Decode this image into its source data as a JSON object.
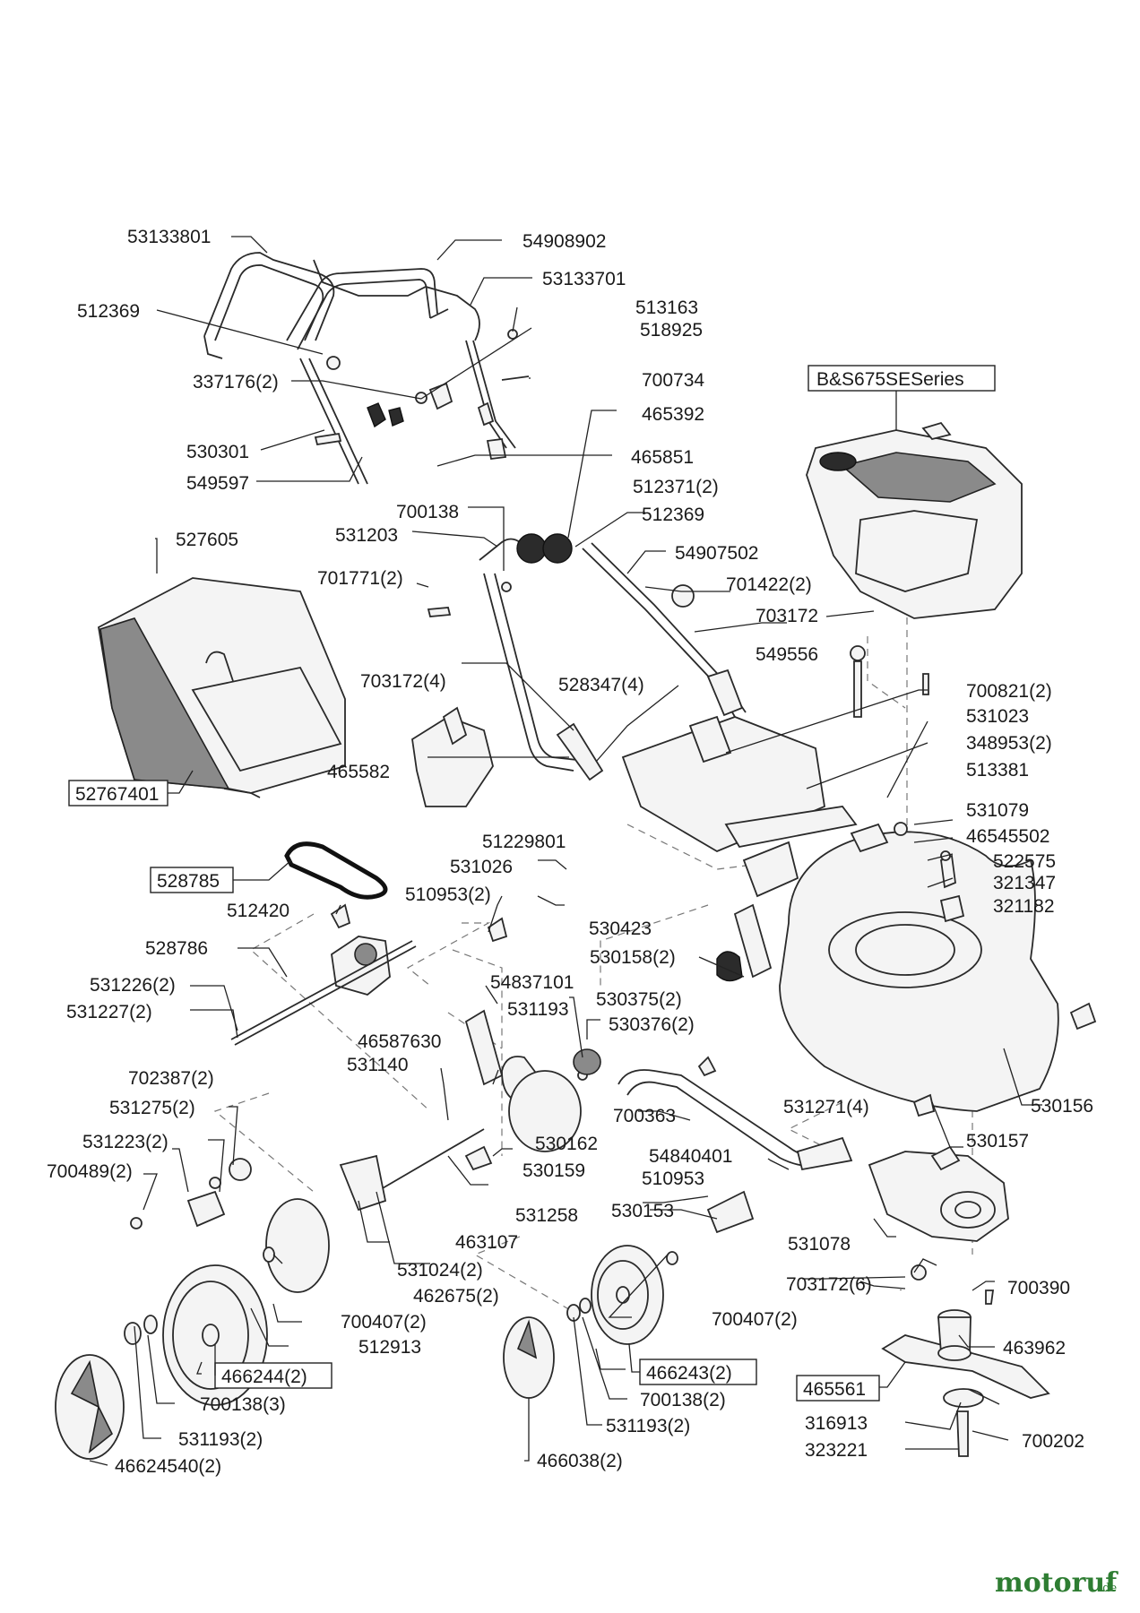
{
  "labels": {
    "p53133801": "53133801",
    "p54908902": "54908902",
    "p53133701": "53133701",
    "p512369a": "512369",
    "p513163": "513163",
    "p518925": "518925",
    "p337176": "337176(2)",
    "p700734": "700734",
    "p465392": "465392",
    "p530301": "530301",
    "p465851": "465851",
    "p549597": "549597",
    "p700138a": "700138",
    "p512371": "512371(2)",
    "p531203": "531203",
    "p512369b": "512369",
    "p527605": "527605",
    "p54907502": "54907502",
    "p701771": "701771(2)",
    "p701422": "701422(2)",
    "p703172a": "703172",
    "p549556": "549556",
    "p703172b": "703172(4)",
    "p528347": "528347(4)",
    "p700821": "700821(2)",
    "p531023": "531023",
    "p348953": "348953(2)",
    "p465582": "465582",
    "p513381": "513381",
    "p51229801": "51229801",
    "p531079": "531079",
    "p46545502": "46545502",
    "p531026": "531026",
    "p522575": "522575",
    "p510953a": "510953(2)",
    "p321347": "321347",
    "p530423": "530423",
    "p321182": "321182",
    "p512420": "512420",
    "p528786": "528786",
    "p530158": "530158(2)",
    "p54837101": "54837101",
    "p531226": "531226(2)",
    "p531193a": "531193",
    "p530375": "530375(2)",
    "p531227": "531227(2)",
    "p530376": "530376(2)",
    "p46587630": "46587630",
    "p531140": "531140",
    "p702387": "702387(2)",
    "p531271": "531271(4)",
    "p530156": "530156",
    "p531275": "531275(2)",
    "p700363": "700363",
    "p531223": "531223(2)",
    "p530162": "530162",
    "p530157": "530157",
    "p54840401": "54840401",
    "p700489": "700489(2)",
    "p530159": "530159",
    "p510953b": "510953",
    "p531258": "531258",
    "p530153": "530153",
    "p531078": "531078",
    "p463107": "463107",
    "p531024": "531024(2)",
    "p462675": "462675(2)",
    "p703172c": "703172(6)",
    "p700390": "700390",
    "p700407a": "700407(2)",
    "p700407b": "700407(2)",
    "p512913": "512913",
    "p463962": "463962",
    "p700138b": "700138(3)",
    "p700138c": "700138(2)",
    "p316913": "316913",
    "p531193b": "531193(2)",
    "p531193c": "531193(2)",
    "p700202": "700202",
    "p323221": "323221",
    "p46624540": "46624540(2)",
    "p466038": "466038(2)"
  },
  "boxed_labels": {
    "engine": "B&S675SESeries",
    "b52767401": "52767401",
    "b528785": "528785",
    "b466244": "466244(2)",
    "b466243": "466243(2)",
    "b465561": "465561"
  },
  "watermark": {
    "brand": "motoruf",
    "tld": ".de"
  }
}
